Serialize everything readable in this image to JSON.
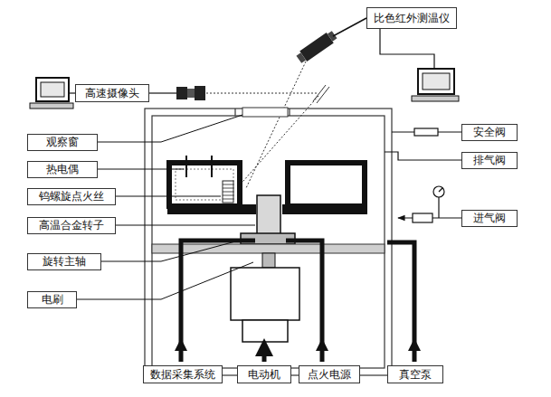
{
  "diagram": {
    "nodes": [
      {
        "text": [
          "比色红外测温仪"
        ]
      },
      {
        "text": [
          "高速摄像头"
        ]
      },
      {
        "text": [
          "观察窗"
        ]
      },
      {
        "text": [
          "热电偶"
        ]
      },
      {
        "text": [
          "钨螺旋点火丝"
        ]
      },
      {
        "text": [
          "安全阀"
        ]
      },
      {
        "text": [
          "排气阀"
        ]
      },
      {
        "text": [
          "高温合金转子"
        ]
      },
      {
        "text": [
          "进气阀"
        ]
      },
      {
        "text": [
          "旋转主轴"
        ]
      },
      {
        "text": [
          "电刷"
        ]
      },
      {
        "text": [
          "数据采集系统"
        ]
      },
      {
        "text": [
          "电动机"
        ]
      },
      {
        "text": [
          "点火电源"
        ]
      },
      {
        "text": [
          "真空泵"
        ]
      }
    ]
  }
}
